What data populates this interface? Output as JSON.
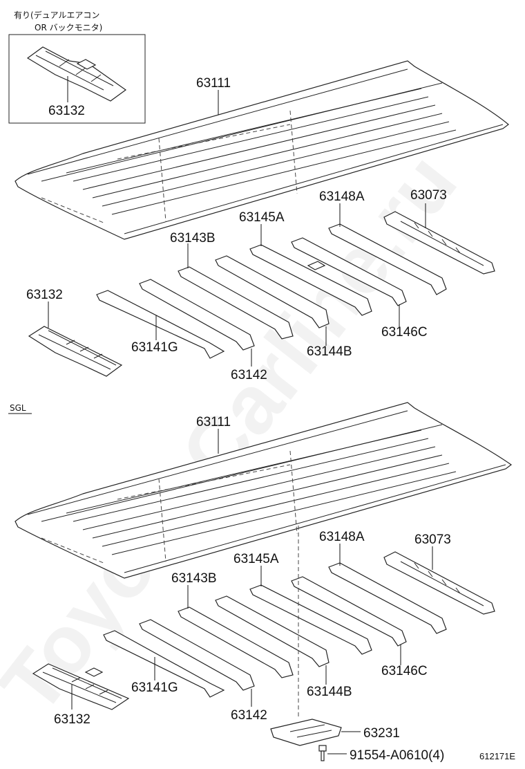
{
  "notes": {
    "option_line1": "有り(デュアルエアコン",
    "option_line2": "OR  バックモニタ)",
    "sgl": "SGL",
    "watermark": "Toyota-Carline.ru",
    "figure_code": "612171E"
  },
  "parts_top": {
    "p63132_inset": "63132",
    "p63111": "63111",
    "p63148A": "63148A",
    "p63073": "63073",
    "p63145A": "63145A",
    "p63143B": "63143B",
    "p63132": "63132",
    "p63141G": "63141G",
    "p63142": "63142",
    "p63144B": "63144B",
    "p63146C": "63146C"
  },
  "parts_bottom": {
    "p63111": "63111",
    "p63148A": "63148A",
    "p63073": "63073",
    "p63145A": "63145A",
    "p63143B": "63143B",
    "p63146C": "63146C",
    "p63141G": "63141G",
    "p63144B": "63144B",
    "p63132": "63132",
    "p63142": "63142",
    "p63231": "63231",
    "p91554": "91554-A0610(4)"
  }
}
